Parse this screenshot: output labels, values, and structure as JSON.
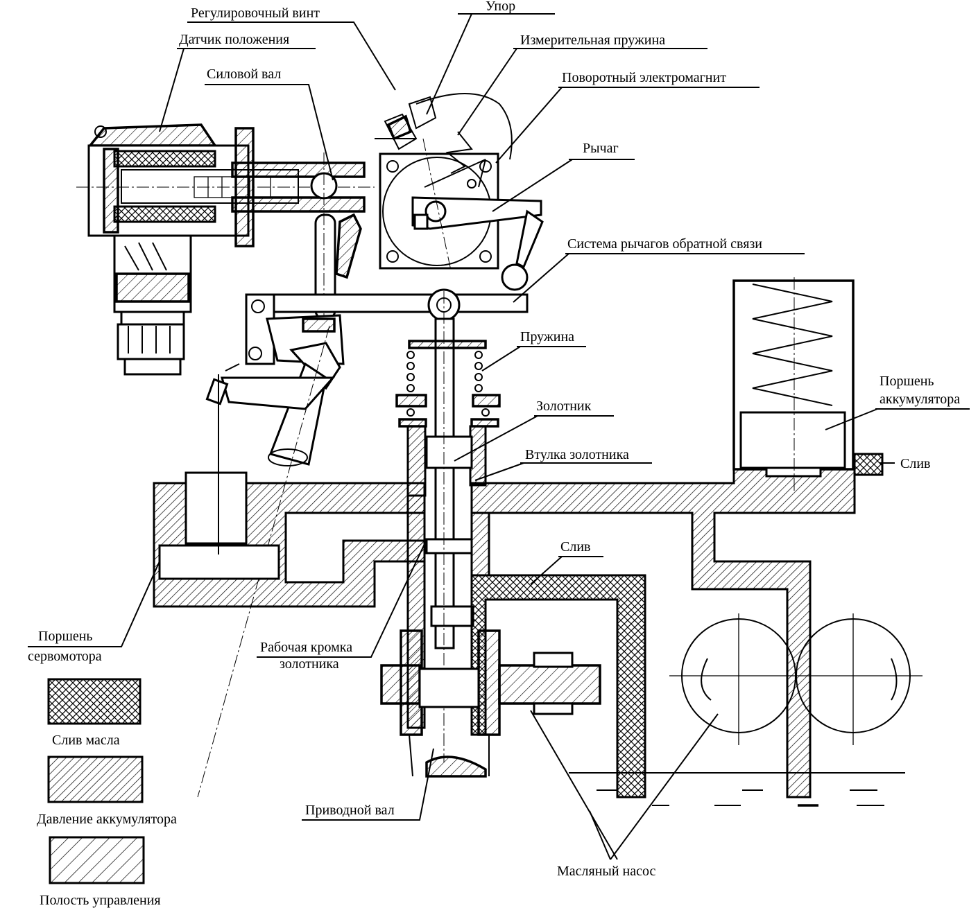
{
  "labels": {
    "adjust_screw": "Регулировочный винт",
    "stop": "Упор",
    "position_sensor": "Датчик положения",
    "measuring_spring": "Измерительная пружина",
    "power_shaft": "Силовой вал",
    "rotary_electromagnet": "Поворотный электромагнит",
    "lever": "Рычаг",
    "feedback_levers": "Система рычагов обратной связи",
    "spring": "Пружина",
    "spool": "Золотник",
    "spool_sleeve": "Втулка золотника",
    "accumulator_piston_1": "Поршень",
    "accumulator_piston_2": "аккумулятора",
    "drain_right": "Слив",
    "drain_middle": "Слив",
    "servo_piston_1": "Поршень",
    "servo_piston_2": "сервомотора",
    "working_edge_1": "Рабочая кромка",
    "working_edge_2": "золотника",
    "drive_shaft": "Приводной вал",
    "oil_pump": "Масляный насос"
  },
  "legend": [
    {
      "label": "Слив масла",
      "pattern": "cross-hatch"
    },
    {
      "label": "Давление аккумулятора",
      "pattern": "dense-hatch"
    },
    {
      "label": "Полость управления",
      "pattern": "sparse-hatch"
    }
  ]
}
